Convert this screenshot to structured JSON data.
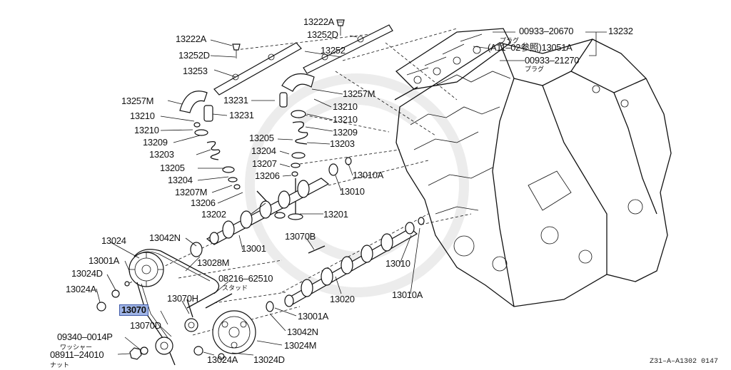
{
  "labels": {
    "l13222A_top": "13222A",
    "l13252D_top": "13252D",
    "l00933_20670": "00933‒20670",
    "l13232": "13232",
    "l13222A": "13222A",
    "l13252D": "13252D",
    "l13252": "13252",
    "plug_jp_1": "プラグ",
    "lA11": "(A11‒02参照)13051A",
    "l00933_21270": "00933‒21270",
    "plug_jp_2": "プラグ",
    "l13253": "13253",
    "l13257M_right": "13257M",
    "l13231_mid": "13231",
    "l13257M": "13257M",
    "l13210_a": "13210",
    "l13210_r1": "13210",
    "l13231": "13231",
    "l13210_r2": "13210",
    "l13210_b": "13210",
    "l13209_r": "13209",
    "l13209": "13209",
    "l13205_mid": "13205",
    "l13203_r": "13203",
    "l13203": "13203",
    "l13204_mid": "13204",
    "l13205": "13205",
    "l13207_mid": "13207",
    "l13010A_top": "13010A",
    "l13204": "13204",
    "l13206_mid": "13206",
    "l13207M": "13207M",
    "l13010_top": "13010",
    "l13206": "13206",
    "l13202": "13202",
    "l13201": "13201",
    "l13024": "13024",
    "l13042N_top": "13042N",
    "l13070B": "13070B",
    "l13001": "13001",
    "l13001A_left": "13001A",
    "l13028M": "13028M",
    "l13010": "13010",
    "l13024D": "13024D",
    "l08216": "08216‒62510",
    "stud_jp": "スタッド",
    "l13024A": "13024A",
    "l13070H": "13070H",
    "l13020": "13020",
    "l13010A": "13010A",
    "l13070": "13070",
    "l13001A": "13001A",
    "l13070D": "13070D",
    "l13042N": "13042N",
    "l09340": "09340‒0014P",
    "l13024M": "13024M",
    "washer_jp": "ワッシャー",
    "l08911": "08911‒24010",
    "l13024A_bot": "13024A",
    "l13024D_bot": "13024D",
    "nut_jp": "ナット",
    "diagram_code": "Z31‒A‒A1302  0147"
  },
  "highlight": {
    "part": "13070",
    "color": "#9fb4e6",
    "border": "#3f5aa8"
  }
}
